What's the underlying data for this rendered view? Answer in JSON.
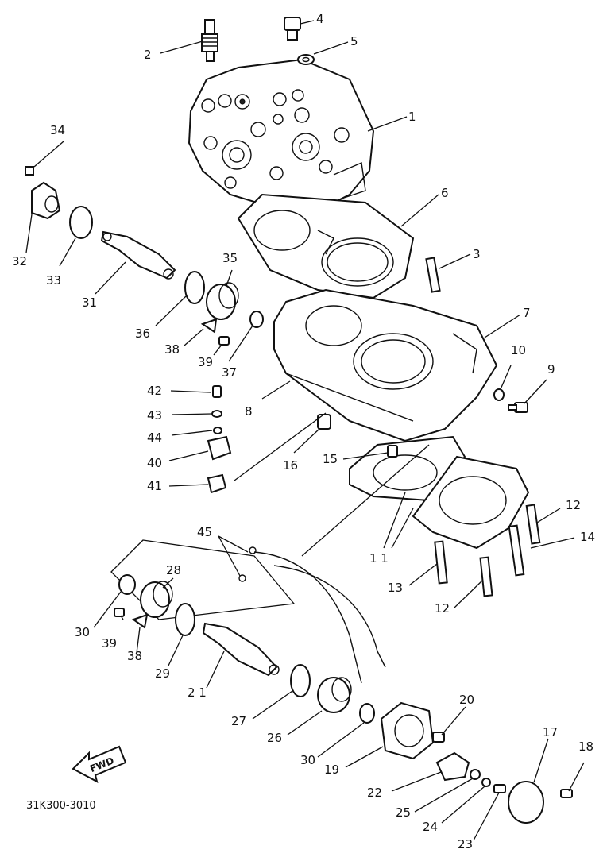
{
  "diagram_code": "31K300-3010",
  "fwd_label": "FWD",
  "callouts": [
    {
      "id": "c1",
      "text": "1"
    },
    {
      "id": "c2",
      "text": "2"
    },
    {
      "id": "c3",
      "text": "3"
    },
    {
      "id": "c4",
      "text": "4"
    },
    {
      "id": "c5",
      "text": "5"
    },
    {
      "id": "c6",
      "text": "6"
    },
    {
      "id": "c7",
      "text": "7"
    },
    {
      "id": "c8",
      "text": "8"
    },
    {
      "id": "c9",
      "text": "9"
    },
    {
      "id": "c10",
      "text": "10"
    },
    {
      "id": "c11",
      "text": "1 1"
    },
    {
      "id": "c12a",
      "text": "12"
    },
    {
      "id": "c12b",
      "text": "12"
    },
    {
      "id": "c13",
      "text": "13"
    },
    {
      "id": "c14",
      "text": "14"
    },
    {
      "id": "c15",
      "text": "15"
    },
    {
      "id": "c16",
      "text": "16"
    },
    {
      "id": "c17",
      "text": "17"
    },
    {
      "id": "c18",
      "text": "18"
    },
    {
      "id": "c19",
      "text": "19"
    },
    {
      "id": "c20",
      "text": "20"
    },
    {
      "id": "c21",
      "text": "2 1"
    },
    {
      "id": "c22",
      "text": "22"
    },
    {
      "id": "c23",
      "text": "23"
    },
    {
      "id": "c24",
      "text": "24"
    },
    {
      "id": "c25",
      "text": "25"
    },
    {
      "id": "c26",
      "text": "26"
    },
    {
      "id": "c27",
      "text": "27"
    },
    {
      "id": "c28",
      "text": "28"
    },
    {
      "id": "c29",
      "text": "29"
    },
    {
      "id": "c30a",
      "text": "30"
    },
    {
      "id": "c30b",
      "text": "30"
    },
    {
      "id": "c31",
      "text": "31"
    },
    {
      "id": "c32",
      "text": "32"
    },
    {
      "id": "c33",
      "text": "33"
    },
    {
      "id": "c34",
      "text": "34"
    },
    {
      "id": "c35",
      "text": "35"
    },
    {
      "id": "c36",
      "text": "36"
    },
    {
      "id": "c37",
      "text": "37"
    },
    {
      "id": "c38a",
      "text": "38"
    },
    {
      "id": "c38b",
      "text": "38"
    },
    {
      "id": "c39a",
      "text": "39"
    },
    {
      "id": "c39b",
      "text": "39"
    },
    {
      "id": "c40",
      "text": "40"
    },
    {
      "id": "c41",
      "text": "41"
    },
    {
      "id": "c42",
      "text": "42"
    },
    {
      "id": "c43",
      "text": "43"
    },
    {
      "id": "c44",
      "text": "44"
    },
    {
      "id": "c45",
      "text": "45"
    }
  ]
}
